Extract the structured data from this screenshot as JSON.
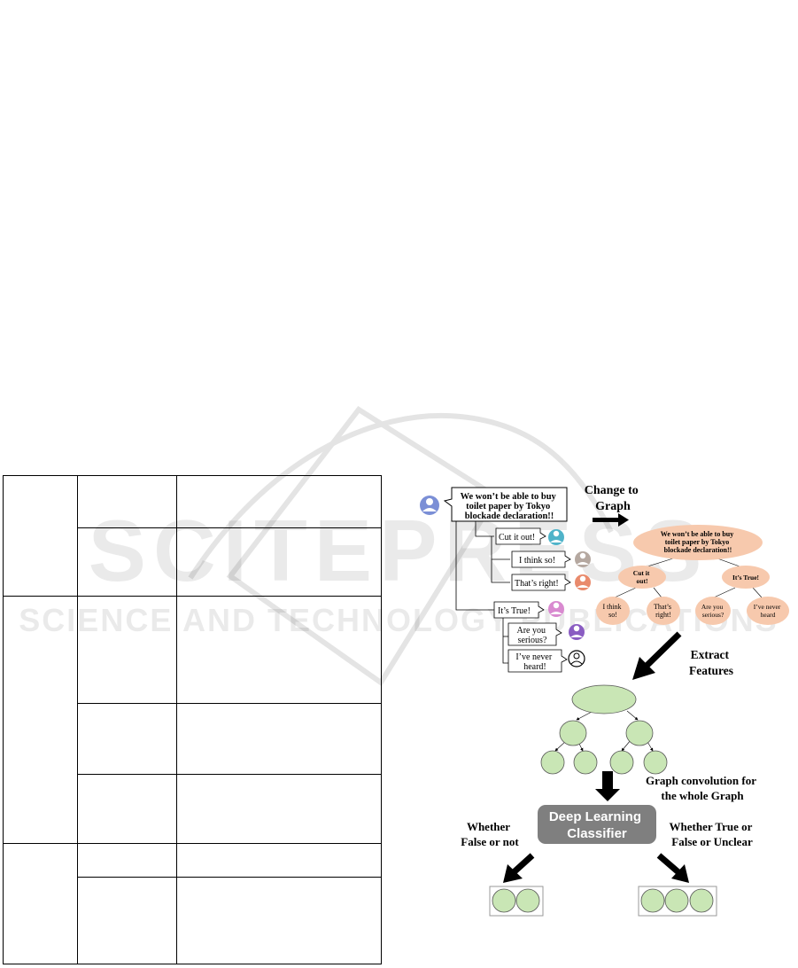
{
  "watermark": {
    "line1": "SCITEPRESS",
    "line2": "SCIENCE AND TECHNOLOGY PUBLICATIONS"
  },
  "thread": {
    "root": [
      "We won’t be able to buy",
      "toilet paper by Tokyo",
      "blockade declaration!!"
    ],
    "reply_cut": "Cut it out!",
    "reply_think": "I think so!",
    "reply_right": "That’s right!",
    "reply_true": "It’s True!",
    "reply_serious": [
      "Are you",
      "serious?"
    ],
    "reply_never": [
      "I’ve never",
      "heard!"
    ]
  },
  "labels": {
    "change_graph": [
      "Change to",
      "Graph"
    ],
    "extract": [
      "Extract",
      "Features"
    ],
    "graph_conv": [
      "Graph convolution for",
      "the whole Graph"
    ],
    "classifier": [
      "Deep Learning",
      "Classifier"
    ],
    "whether_false": [
      "Whether",
      "False or not"
    ],
    "whether_true": [
      "Whether True or",
      "False or Unclear"
    ]
  },
  "graph_nodes": {
    "root": [
      "We won’t be able to buy",
      "toilet paper by Tokyo",
      "blockade declaration!!"
    ],
    "cut": [
      "Cut it",
      "out!"
    ],
    "true": "It’s True!",
    "think": [
      "I think",
      "so!"
    ],
    "right": [
      "That’s",
      "right!"
    ],
    "serious": [
      "Are you",
      "serious?"
    ],
    "never": [
      "I’ve never",
      "heard"
    ]
  },
  "colors": {
    "node_orange": "#f7c9ad",
    "node_green": "#c9e6b5",
    "classifier_bg": "#7f7f7f"
  }
}
